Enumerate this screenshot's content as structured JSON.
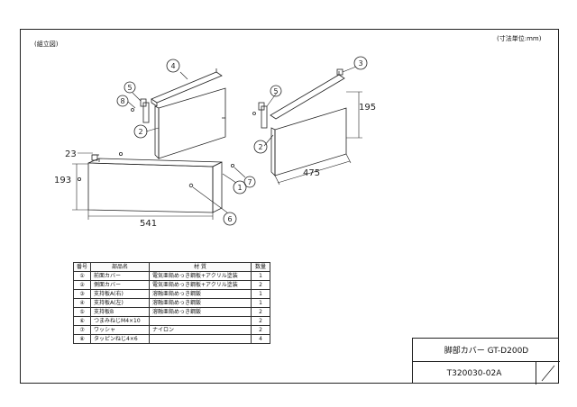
{
  "header": {
    "assembly_label": "(組立図)",
    "unit_label": "(寸法単位:mm)"
  },
  "dimensions": {
    "d23": "23",
    "d193": "193",
    "d541": "541",
    "d195": "195",
    "d475": "475"
  },
  "callouts": [
    "1",
    "2",
    "3",
    "4",
    "5",
    "6",
    "7",
    "8"
  ],
  "parts_table": {
    "headers": [
      "番号",
      "部品名",
      "材 質",
      "数量"
    ],
    "rows": [
      [
        "①",
        "前面カバー",
        "電気亜鉛めっき鋼板+アクリル塗装",
        "1"
      ],
      [
        "②",
        "側面カバー",
        "電気亜鉛めっき鋼板+アクリル塗装",
        "2"
      ],
      [
        "③",
        "支持板A(右)",
        "溶融亜鉛めっき鋼鈑",
        "1"
      ],
      [
        "④",
        "支持板A(左)",
        "溶融亜鉛めっき鋼鈑",
        "1"
      ],
      [
        "⑤",
        "支持板B",
        "溶融亜鉛めっき鋼鈑",
        "2"
      ],
      [
        "⑥",
        "つまみねじM4×10",
        "",
        "2"
      ],
      [
        "⑦",
        "ワッシャ",
        "ナイロン",
        "2"
      ],
      [
        "⑧",
        "タッピンねじ4×6",
        "",
        "4"
      ]
    ]
  },
  "title_block": {
    "product": "脚部カバー GT-D200D",
    "code": "T320030-02A"
  }
}
